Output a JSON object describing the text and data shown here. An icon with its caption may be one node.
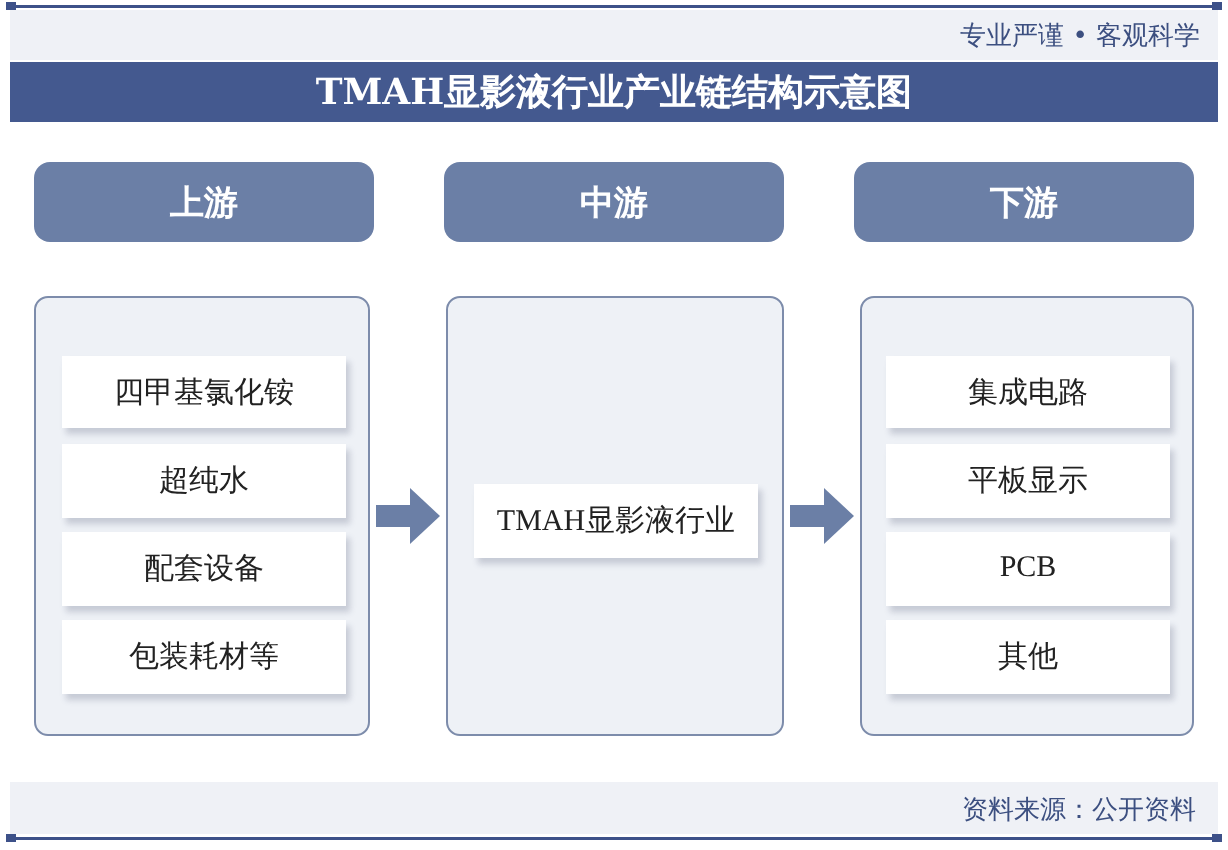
{
  "diagram": {
    "title": "TMAH显影液行业产业链结构示意图",
    "nodes": [
      {
        "text": [
          "上游"
        ]
      },
      {
        "text": [
          "中游"
        ]
      },
      {
        "text": [
          "下游"
        ]
      },
      {
        "text": [],
        "shape": "box"
      },
      {
        "text": [
          "四甲基氯化铵"
        ],
        "in": 3
      },
      {
        "text": [
          "超纯水"
        ],
        "in": 3
      },
      {
        "text": [
          "配套设备"
        ],
        "in": 3
      },
      {
        "text": [
          "包装耗材等"
        ],
        "in": 3
      },
      {
        "text": [],
        "shape": "box"
      },
      {
        "text": [
          "TMAH显影液行业"
        ],
        "in": 8
      },
      {
        "text": [],
        "shape": "box"
      },
      {
        "text": [
          "集成电路"
        ],
        "in": 10
      },
      {
        "text": [
          "平板显示"
        ],
        "in": 10
      },
      {
        "text": [
          "PCB"
        ],
        "in": 10
      },
      {
        "text": [
          "其他"
        ],
        "in": 10
      }
    ],
    "edges": [
      {
        "from": 3,
        "to": 8,
        "arrow": "to"
      },
      {
        "from": 8,
        "to": 10,
        "arrow": "to"
      }
    ],
    "labels": [
      "专业严谨 • 客观科学",
      "资料来源：公开资料"
    ]
  }
}
